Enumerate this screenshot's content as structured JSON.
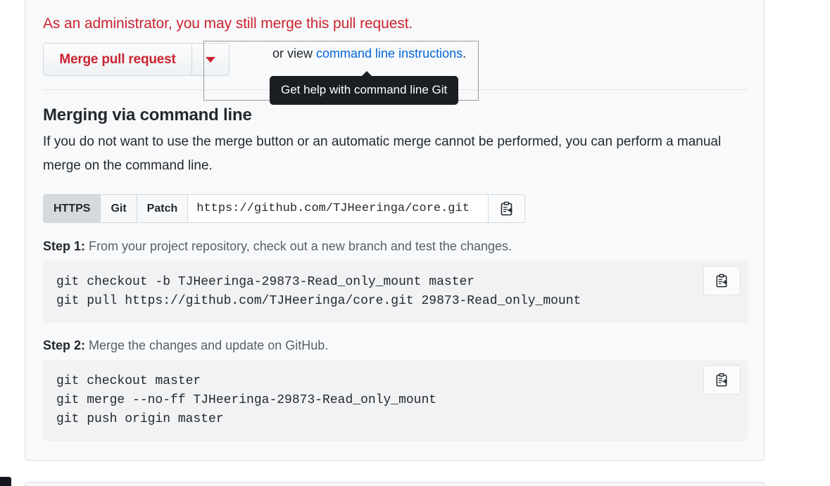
{
  "merge_box": {
    "admin_note": "As an administrator, you may still merge this pull request.",
    "merge_button_label": "Merge pull request",
    "caret_icon": "chevron-down-icon",
    "or_view_prefix": "or view ",
    "command_line_link": "command line instructions",
    "sentence_end": ".",
    "tooltip_text": "Get help with command line Git"
  },
  "command_line": {
    "heading": "Merging via command line",
    "description": "If you do not want to use the merge button or an automatic merge cannot be performed, you can perform a manual merge on the command line.",
    "protocol_tabs": [
      {
        "label": "HTTPS",
        "selected": true
      },
      {
        "label": "Git",
        "selected": false
      },
      {
        "label": "Patch",
        "selected": false
      }
    ],
    "clone_url": "https://github.com/TJHeeringa/core.git",
    "copy_icon": "clipboard-copy-icon",
    "steps": [
      {
        "number": "Step 1:",
        "text": " From your project repository, check out a new branch and test the changes.",
        "code": "git checkout -b TJHeeringa-29873-Read_only_mount master\ngit pull https://github.com/TJHeeringa/core.git 29873-Read_only_mount"
      },
      {
        "number": "Step 2:",
        "text": " Merge the changes and update on GitHub.",
        "code": "git checkout master\ngit merge --no-ff TJHeeringa-29873-Read_only_mount\ngit push origin master"
      }
    ]
  },
  "colors": {
    "danger_red": "#cb2431",
    "link_blue": "#0366d6",
    "text_dark": "#24292e",
    "text_muted": "#586069",
    "panel_bg": "#f8f9fa",
    "code_bg": "#f1f2f3",
    "tooltip_bg": "#1b1f23"
  }
}
